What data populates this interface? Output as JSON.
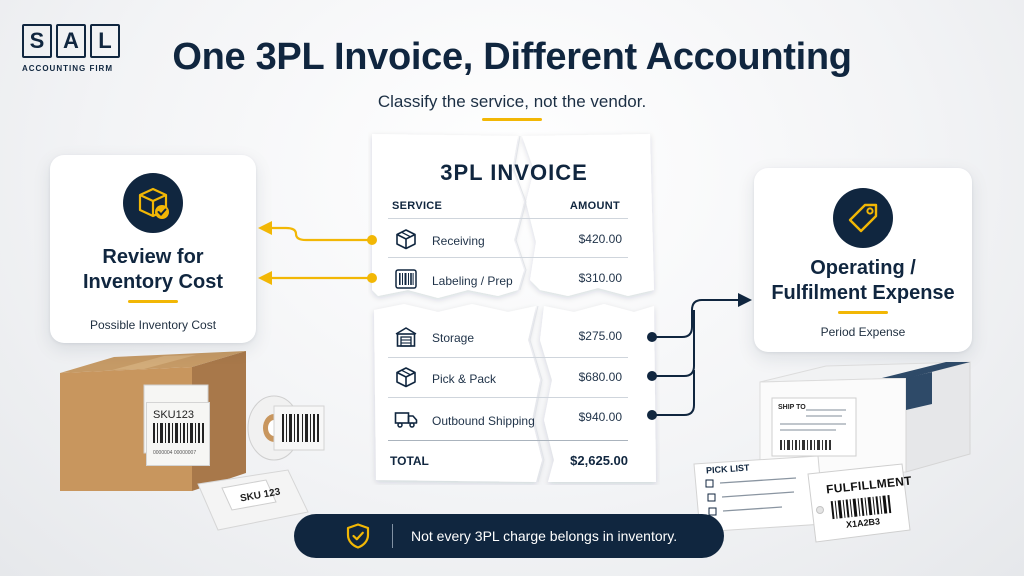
{
  "logo": {
    "letters": [
      "S",
      "A",
      "L"
    ],
    "subtitle": "ACCOUNTING FIRM"
  },
  "header": {
    "title": "One 3PL Invoice, Different Accounting",
    "subtitle": "Classify the service, not the vendor."
  },
  "left_card": {
    "icon": "box-check-icon",
    "title_line1": "Review for",
    "title_line2": "Inventory Cost",
    "note": "Possible Inventory Cost"
  },
  "right_card": {
    "icon": "tag-icon",
    "title_line1": "Operating /",
    "title_line2": "Fulfilment Expense",
    "note": "Period Expense"
  },
  "invoice": {
    "title": "3PL INVOICE",
    "col_service": "SERVICE",
    "col_amount": "AMOUNT",
    "rows": [
      {
        "icon": "box-icon",
        "label": "Receiving",
        "amount": "$420.00"
      },
      {
        "icon": "barcode-icon",
        "label": "Labeling / Prep",
        "amount": "$310.00"
      },
      {
        "icon": "warehouse-icon",
        "label": "Storage",
        "amount": "$275.00"
      },
      {
        "icon": "box-icon",
        "label": "Pick & Pack",
        "amount": "$680.00"
      },
      {
        "icon": "truck-icon",
        "label": "Outbound Shipping",
        "amount": "$940.00"
      }
    ],
    "total_label": "TOTAL",
    "total_amount": "$2,625.00"
  },
  "banner": {
    "icon": "shield-check-icon",
    "text": "Not every 3PL charge belongs in inventory."
  },
  "props": {
    "box_label": "SKU123",
    "box_small_text": "0000004  00000007",
    "pouch_label": "SKU 123",
    "ship_to": "SHIP TO",
    "pick_list": "PICK LIST",
    "fulfillment": "FULFILLMENT",
    "fulfillment_code": "X1A2B3"
  },
  "colors": {
    "navy": "#10263f",
    "accent_yellow": "#f2b705",
    "card_bg": "#ffffff"
  }
}
